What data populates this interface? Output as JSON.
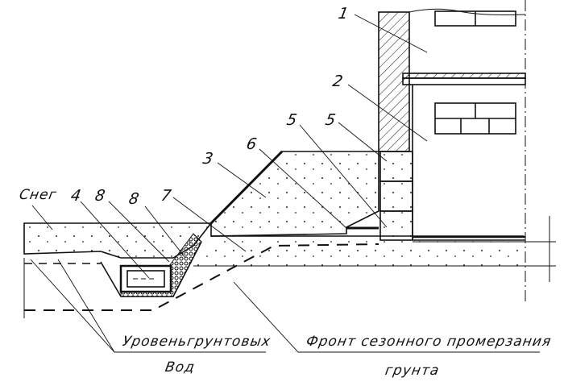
{
  "drawing": {
    "callouts": [
      "1",
      "2",
      "3",
      "4",
      "5",
      "5",
      "6",
      "7",
      "8",
      "8"
    ],
    "snow_label": "Снег",
    "groundwater_label_line1": "Уровеньгрунтовых",
    "groundwater_label_line2": "Вод",
    "frost_label_line1": "Фронт сезонного промерзания",
    "frost_label_line2": "грунта"
  },
  "colors": {
    "ink": "#111111",
    "paper": "#ffffff"
  }
}
